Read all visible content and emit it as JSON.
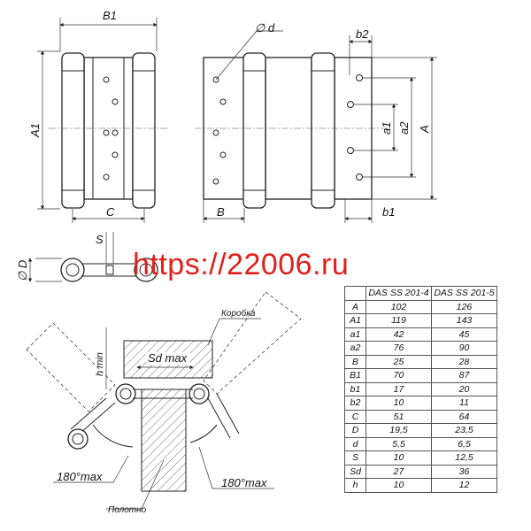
{
  "watermark": "https://22006.ru",
  "labels": {
    "B1": "B1",
    "A1": "A1",
    "C": "C",
    "d": "∅ d",
    "b2": "b2",
    "a1": "a1",
    "a2": "a2",
    "A": "A",
    "B": "B",
    "b1": "b1",
    "S": "S",
    "D": "∅ D",
    "h_min": "h min",
    "frame": "Коробка",
    "sd_max": "Sd max",
    "angle_left": "180°max",
    "angle_right": "180°max",
    "leaf": "Полотно"
  },
  "table": {
    "headers": [
      "",
      "DAS SS 201-4",
      "DAS SS 201-5"
    ],
    "rows": [
      [
        "A",
        "102",
        "126"
      ],
      [
        "A1",
        "119",
        "143"
      ],
      [
        "a1",
        "42",
        "45"
      ],
      [
        "a2",
        "76",
        "90"
      ],
      [
        "B",
        "25",
        "28"
      ],
      [
        "B1",
        "70",
        "87"
      ],
      [
        "b1",
        "17",
        "20"
      ],
      [
        "b2",
        "10",
        "11"
      ],
      [
        "C",
        "51",
        "64"
      ],
      [
        "D",
        "19,5",
        "23,5"
      ],
      [
        "d",
        "5,5",
        "6,5"
      ],
      [
        "S",
        "10",
        "12,5"
      ],
      [
        "Sd",
        "27",
        "36"
      ],
      [
        "h",
        "10",
        "12"
      ]
    ]
  }
}
